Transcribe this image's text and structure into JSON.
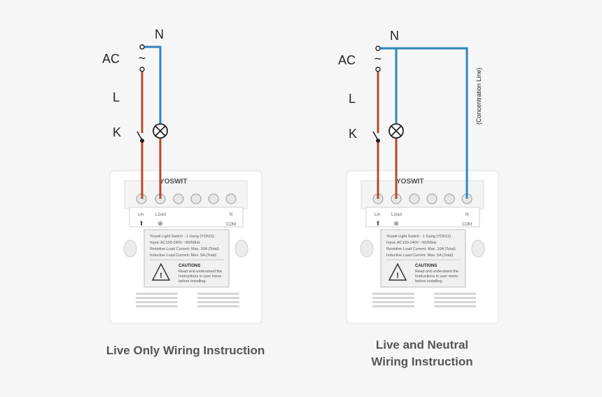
{
  "diagrams": [
    {
      "caption": "Live Only Wiring Instruction",
      "labels": {
        "n": "N",
        "ac": "AC",
        "l": "L",
        "k": "K",
        "ac_symbol": "~"
      },
      "brand": "YOSWIT",
      "terminals": {
        "l_in": "Lin",
        "l1_out": "L1out",
        "n": "N",
        "com": "COM"
      },
      "info": {
        "title": "Yoswit Light Switch - 1 Gang (YO615)",
        "input": "Input: AC100-240V ~50/50Hz",
        "resistive": "Resistive Load Current: Max. 10A (Total)",
        "inductive": "Inductive Load Current: Max. 5A (Total)",
        "cautions": "CAUTIONS",
        "caution_text_1": "Read and understand the",
        "caution_text_2": "Instructions in user menu",
        "caution_text_3": "before  installing."
      }
    },
    {
      "caption_line_1": "Live and Neutral",
      "caption_line_2": "Wiring Instruction",
      "concentration_label": "(Concentration Line)",
      "labels": {
        "n": "N",
        "ac": "AC",
        "l": "L",
        "k": "K",
        "ac_symbol": "~"
      },
      "brand": "YOSWIT",
      "terminals": {
        "l_in": "Lin",
        "l1_out": "L1out",
        "n": "N",
        "com": "COM"
      },
      "info": {
        "title": "Yoswit Light Switch - 1 Gang (YO615)",
        "input": "Input: AC100-240V ~50/50Hz",
        "resistive": "Resistive Load Current: Max. 10A (Total)",
        "inductive": "Inductive Load Current: Max. 5A (Total)",
        "cautions": "CAUTIONS",
        "caution_text_1": "Read and understand the",
        "caution_text_2": "Instructions in user menu",
        "caution_text_3": "before  installing."
      }
    }
  ],
  "colors": {
    "live_wire": "#b5492e",
    "neutral_wire": "#2f86b9",
    "device": "#ffffff"
  }
}
